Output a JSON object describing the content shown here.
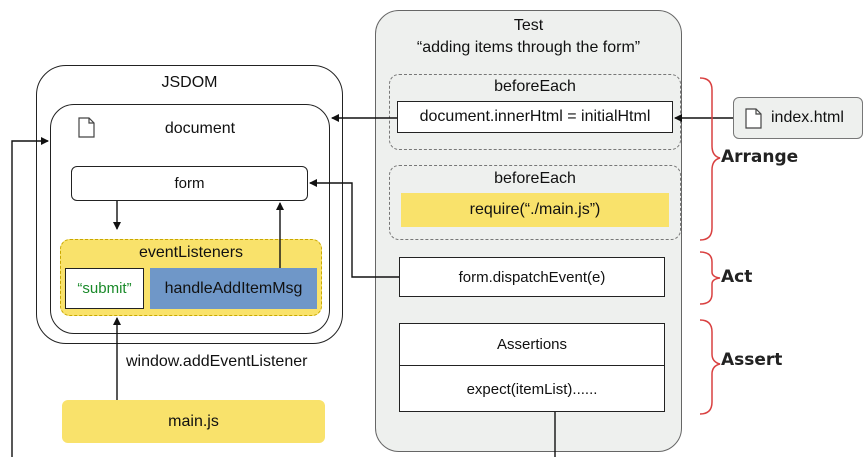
{
  "test": {
    "title": "Test",
    "subtitle": "“adding items through the form”",
    "before_each_1": {
      "label": "beforeEach",
      "code": "document.innerHtml = initialHtml"
    },
    "before_each_2": {
      "label": "beforeEach",
      "code": "require(“./main.js”)"
    },
    "act_code": "form.dispatchEvent(e)",
    "assertions": {
      "label": "Assertions",
      "code": "expect(itemList)......"
    }
  },
  "jsdom": {
    "title": "JSDOM",
    "document_label": "document",
    "form_label": "form",
    "event_listeners": {
      "label": "eventListeners",
      "event": "“submit”",
      "handler": "handleAddItemMsg"
    }
  },
  "window_add_event_listener": "window.addEventListener",
  "main_js": "main.js",
  "index_html": "index.html",
  "phases": {
    "arrange": "Arrange",
    "act": "Act",
    "assert": "Assert"
  },
  "colors": {
    "yellow": "#f9e26b",
    "blue": "#6f97c8",
    "green_text": "#1a8a2a",
    "red_bracket": "#d94040",
    "test_bg": "#eef0ee"
  },
  "icons": [
    "document-icon",
    "file-icon"
  ]
}
